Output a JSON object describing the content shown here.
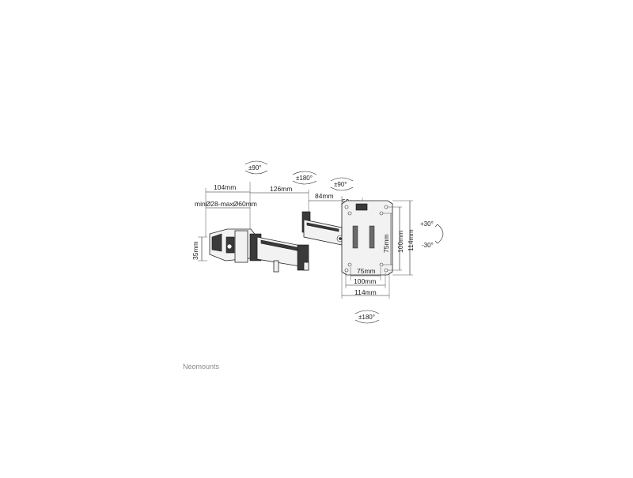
{
  "brand": "Neomounts",
  "rotations": {
    "arm_swivel": "±90°",
    "arm_rotate": "±180°",
    "head_swivel": "±90°",
    "tilt_up": "+30°",
    "tilt_down": "-30°",
    "plate_rotate": "±180°"
  },
  "dimensions": {
    "clamp_depth": "104mm",
    "clamp_range": "minØ28-maxØ60mm",
    "arm_length_1": "126mm",
    "arm_length_2": "84mm",
    "head_depth": "59mm",
    "clamp_height": "35mm",
    "vesa_h_small": "75mm",
    "vesa_h_large": "100mm",
    "plate_width": "114mm",
    "vesa_v_small": "75mm",
    "vesa_v_large": "100mm",
    "plate_height": "114mm"
  }
}
